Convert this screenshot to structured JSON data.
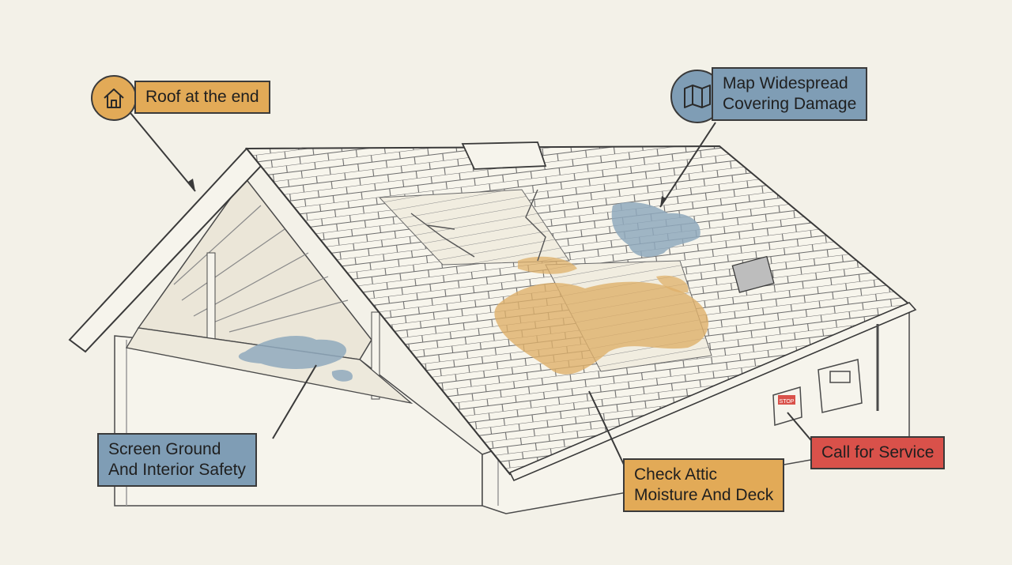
{
  "callouts": {
    "roof_end": {
      "label": "Roof at the end",
      "icon": "house-icon",
      "color": "#e2aa57"
    },
    "map_damage": {
      "line1": "Map Widespread",
      "line2": "Covering Damage",
      "icon": "map-icon",
      "color": "#7f9db5"
    },
    "screen_ground": {
      "line1": "Screen Ground",
      "line2": "And Interior Safety",
      "color": "#7f9db5"
    },
    "check_attic": {
      "line1": "Check Attic",
      "line2": "Moisture And Deck",
      "color": "#e2aa57"
    },
    "call_service": {
      "label": "Call for Service",
      "color": "#d9514a"
    }
  },
  "wall_sign": {
    "text": "STOP"
  }
}
